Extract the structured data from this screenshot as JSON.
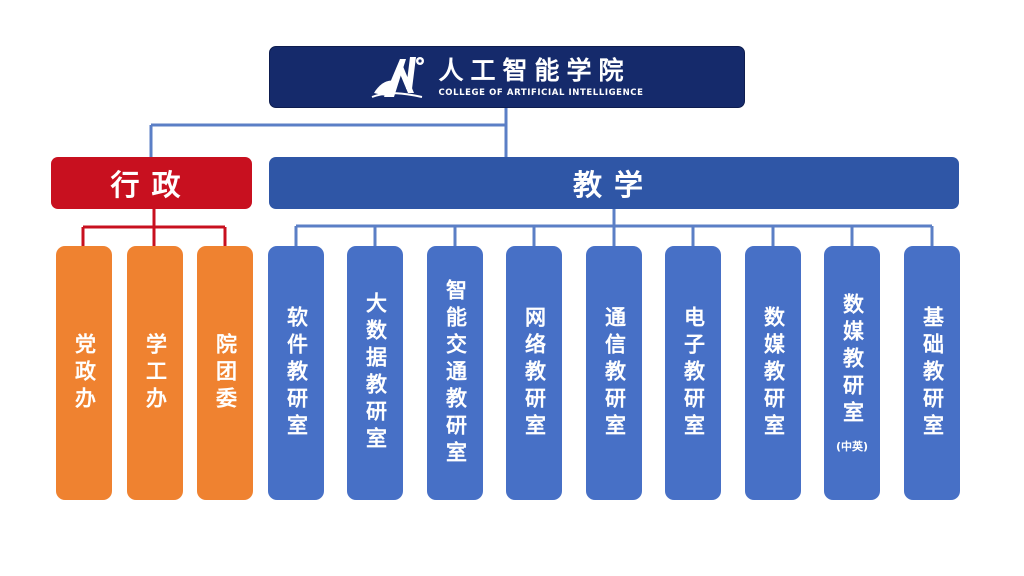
{
  "root": {
    "title": "人工智能学院",
    "subtitle": "COLLEGE OF ARTIFICIAL INTELLIGENCE",
    "logo": "college-logo"
  },
  "branches": {
    "admin": {
      "label": "行政",
      "color": "#c8101f",
      "units": [
        {
          "label": "党政办"
        },
        {
          "label": "学工办"
        },
        {
          "label": "院团委"
        }
      ]
    },
    "teaching": {
      "label": "教学",
      "color": "#2f56a6",
      "units": [
        {
          "label": "软件教研室"
        },
        {
          "label": "大数据教研室"
        },
        {
          "label": "智能交通教研室"
        },
        {
          "label": "网络教研室"
        },
        {
          "label": "通信教研室"
        },
        {
          "label": "电子教研室"
        },
        {
          "label": "数媒教研室"
        },
        {
          "label": "数媒教研室",
          "note": "(中英)"
        },
        {
          "label": "基础教研室"
        }
      ]
    }
  },
  "colors": {
    "root": "#152a6b",
    "admin_units": "#ef8230",
    "teaching_units": "#4770c6",
    "connector_blue": "#5b7fc6",
    "connector_red": "#c8101f"
  }
}
